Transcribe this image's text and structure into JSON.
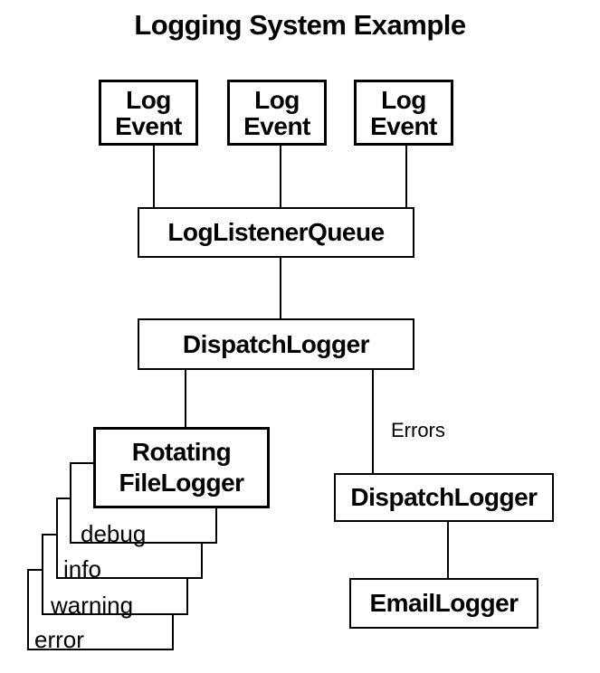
{
  "title": "Logging System Example",
  "nodes": {
    "log_events": [
      "Log Event",
      "Log Event",
      "Log Event"
    ],
    "listener_queue": "LogListenerQueue",
    "dispatch_logger_main": "DispatchLogger",
    "rotating_file_logger": "Rotating FileLogger",
    "dispatch_logger_errors": "DispatchLogger",
    "email_logger": "EmailLogger"
  },
  "log_levels": [
    "debug",
    "info",
    "warning",
    "error"
  ],
  "edge_labels": {
    "errors": "Errors"
  },
  "colors": {
    "background": "#ffffff",
    "line": "#000000",
    "text": "#000000"
  }
}
